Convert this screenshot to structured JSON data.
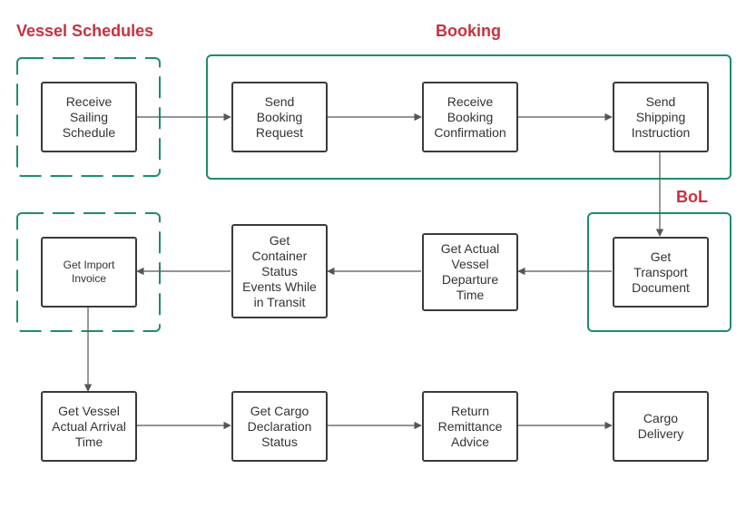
{
  "colors": {
    "group_title": "#c8313e",
    "group_border": "#1e8c6e",
    "node_border": "#3a3a3a",
    "arrow": "#555555"
  },
  "groups": {
    "vessel_schedules": "Vessel Schedules",
    "booking": "Booking",
    "bol": "BoL"
  },
  "nodes": {
    "receive_sailing_schedule": "Receive\nSailing\nSchedule",
    "send_booking_request": "Send\nBooking\nRequest",
    "receive_booking_confirmation": "Receive\nBooking\nConfirmation",
    "send_shipping_instruction": "Send\nShipping\nInstruction",
    "get_transport_document": "Get\nTransport\nDocument",
    "get_actual_vessel_departure_time": "Get Actual\nVessel\nDeparture\nTime",
    "get_container_status_events": "Get\nContainer\nStatus\nEvents While\nin Transit",
    "get_import_invoice": "Get Import\nInvoice",
    "get_vessel_actual_arrival_time": "Get Vessel\nActual Arrival\nTime",
    "get_cargo_declaration_status": "Get Cargo\nDeclaration\nStatus",
    "return_remittance_advice": "Return\nRemittance\nAdvice",
    "cargo_delivery": "Cargo\nDelivery"
  }
}
